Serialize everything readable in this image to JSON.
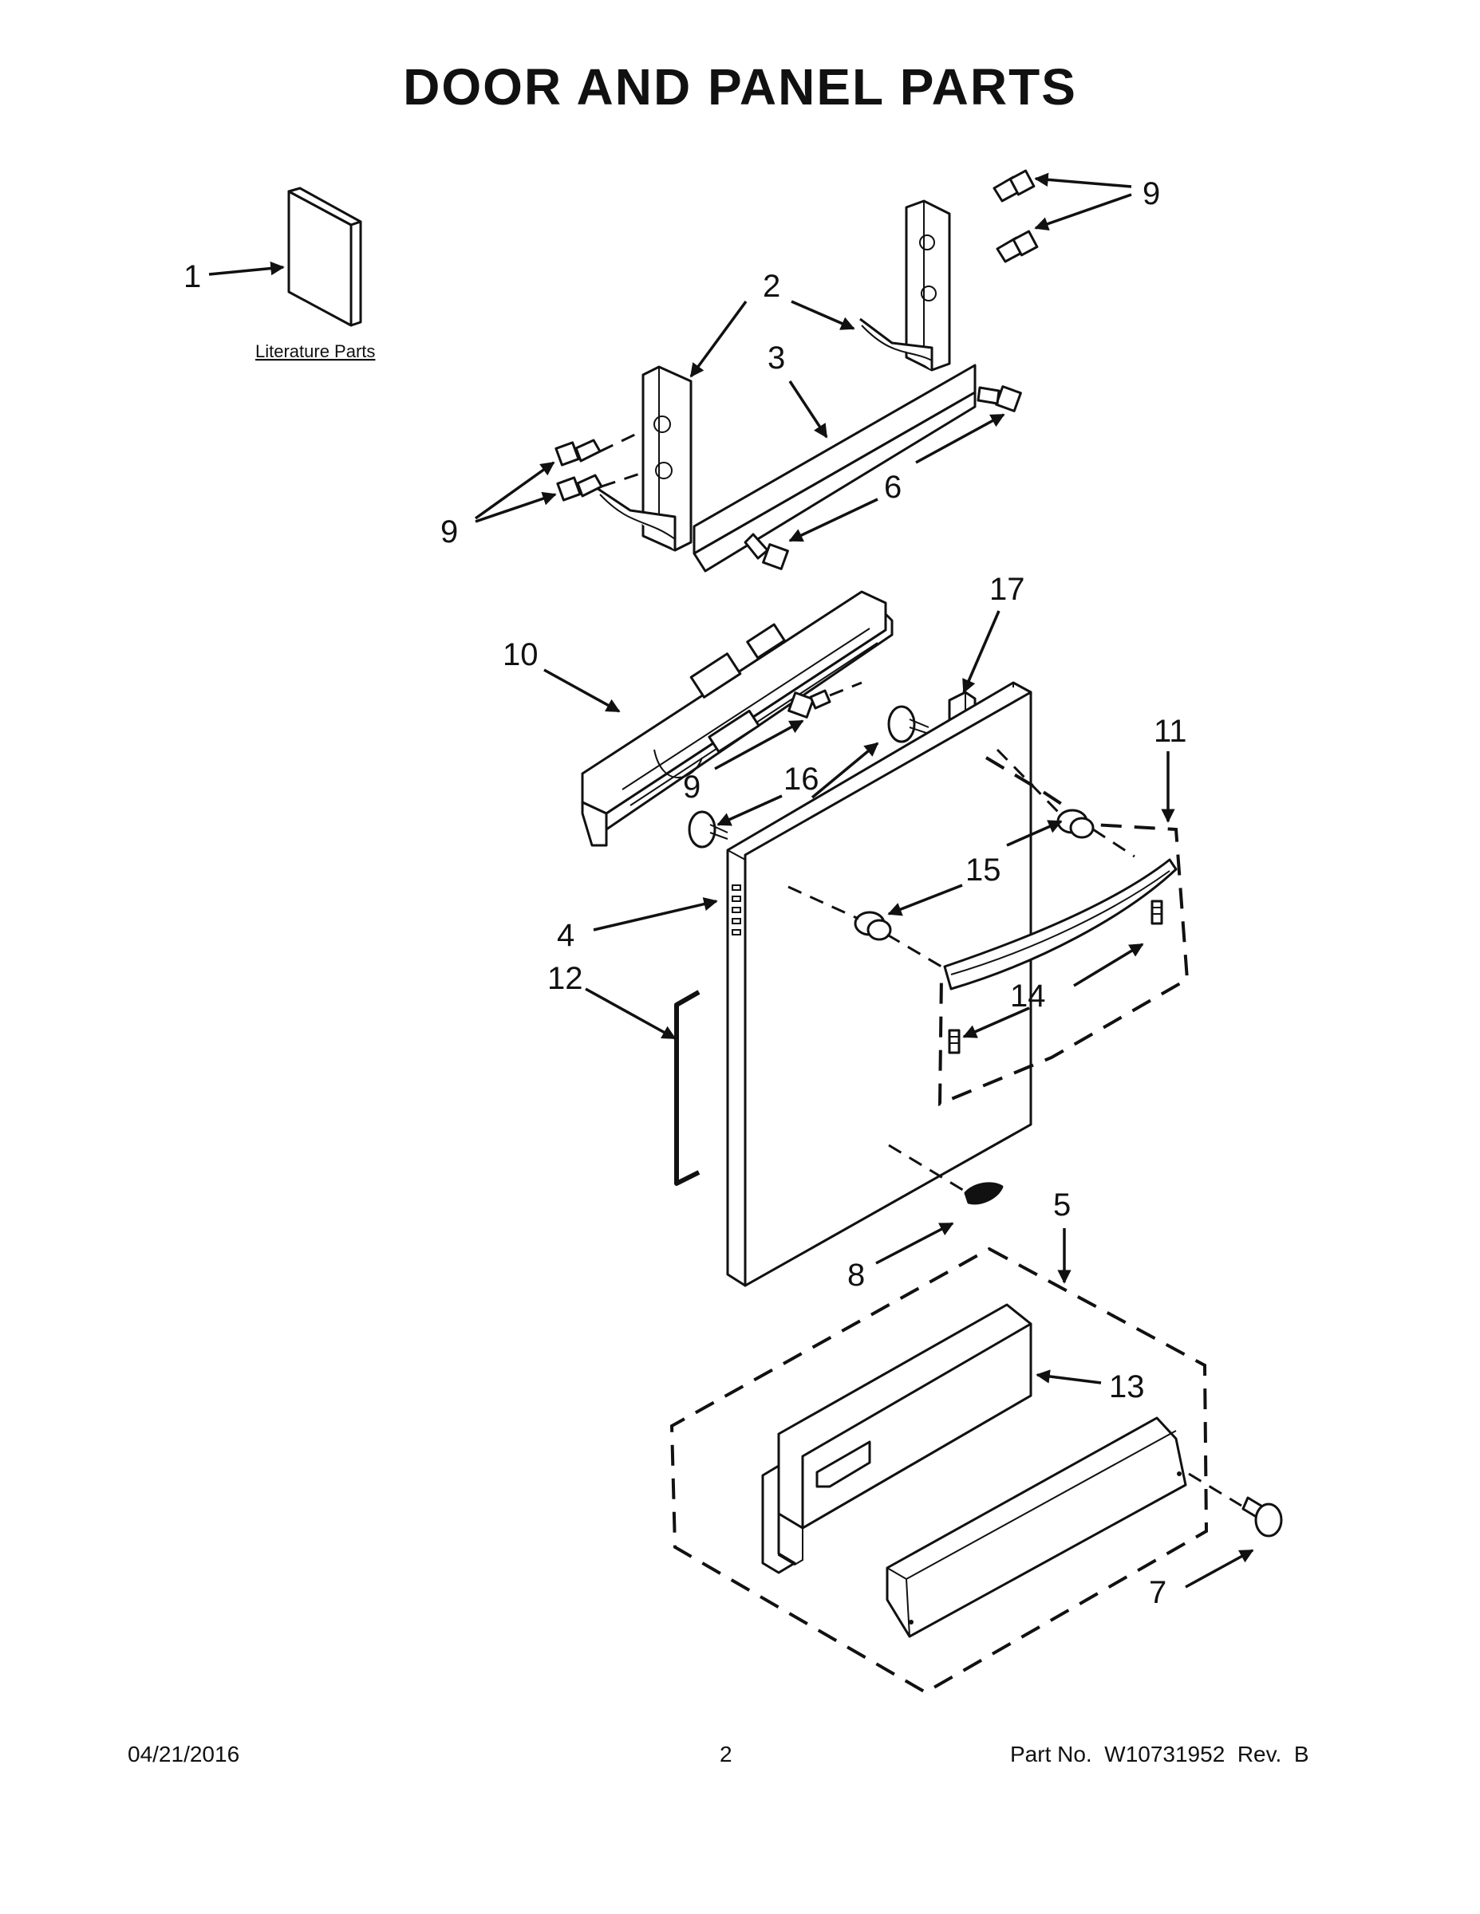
{
  "title": "DOOR AND PANEL PARTS",
  "literature_label": "Literature Parts",
  "callouts": {
    "c1": "1",
    "c2": "2",
    "c3": "3",
    "c4": "4",
    "c5": "5",
    "c6": "6",
    "c7": "7",
    "c8": "8",
    "c9": "9",
    "c10": "10",
    "c11": "11",
    "c12": "12",
    "c13": "13",
    "c14": "14",
    "c15": "15",
    "c16": "16",
    "c17": "17"
  },
  "footer": {
    "date": "04/21/2016",
    "page": "2",
    "part_no": "Part No.  W10731952  Rev.  B"
  }
}
